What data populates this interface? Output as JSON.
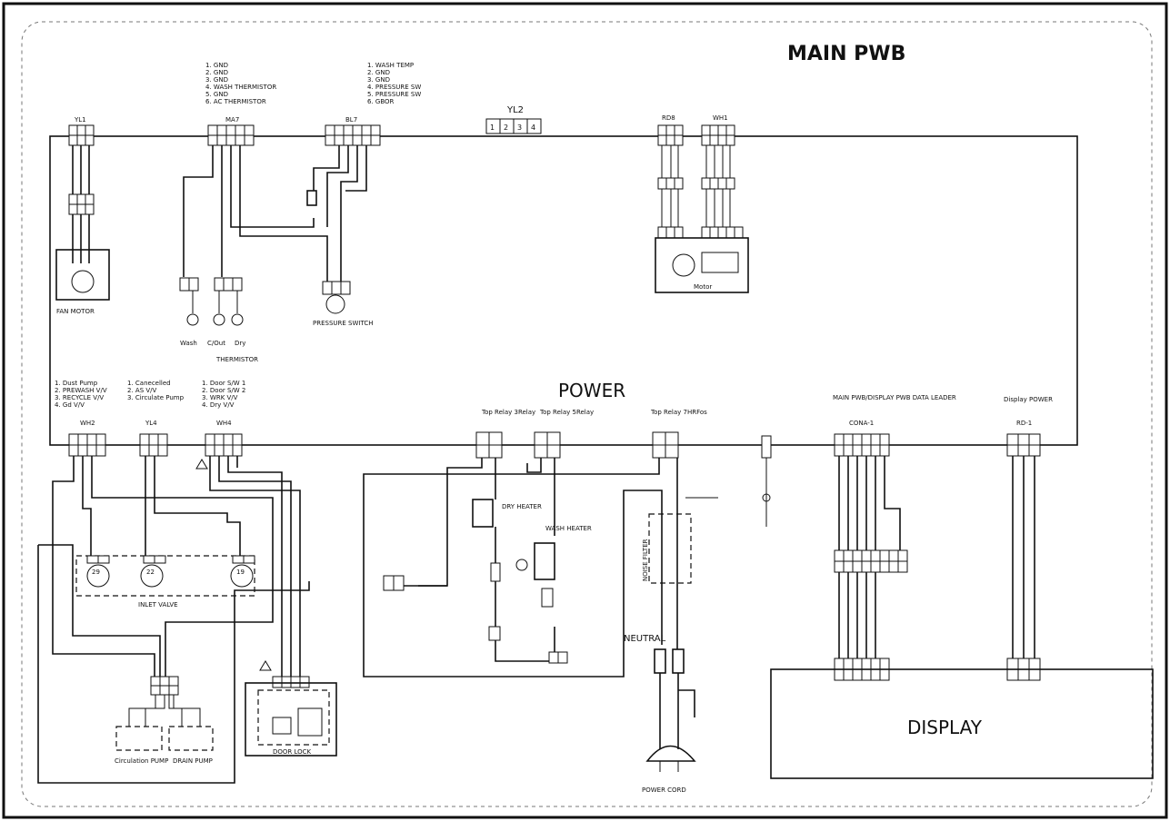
{
  "title": "MAIN PWB",
  "power_label": "POWER",
  "display_label": "DISPLAY",
  "connectors": {
    "yl1": "YL1",
    "ma7": "MA7",
    "bl7": "BL7",
    "yl2": "YL2",
    "yl2_pins": [
      "1",
      "2",
      "3",
      "4"
    ],
    "rd8": "RD8",
    "wh1": "WH1",
    "wh2": "WH2",
    "yl4": "YL4",
    "wh4": "WH4",
    "cona1": "CONA-1",
    "rd1": "RD-1"
  },
  "pin_legends": {
    "ma7": [
      "1. GND",
      "2. GND",
      "3. GND",
      "4. WASH THERMISTOR",
      "5. GND",
      "6. AC THERMISTOR"
    ],
    "bl7": [
      "1. WASH TEMP",
      "2. GND",
      "3. GND",
      "4. PRESSURE SW",
      "5. PRESSURE SW",
      "6. GBOR"
    ],
    "wh2": [
      "1. Dust Pump",
      "2. PREWASH V/V",
      "3. RECYCLE V/V",
      "4. Gd V/V"
    ],
    "yl4": [
      "1. Canecelled",
      "2. AS V/V",
      "3. Circulate Pump"
    ],
    "wh4": [
      "1. Door S/W 1",
      "2. Door S/W 2",
      "3. WRK V/V",
      "4. Dry V/V"
    ]
  },
  "components": {
    "fan_motor": "FAN MOTOR",
    "thermistor": "THERMISTOR",
    "wash": "Wash",
    "c_out": "C/Out",
    "dry": "Dry",
    "pressure_switch": "PRESSURE SWITCH",
    "motor": "Motor",
    "inlet_valve": "INLET VALVE",
    "circulation_pump": "Circulation PUMP",
    "drain_pump": "DRAIN PUMP",
    "door_lock": "DOOR LOCK",
    "relay_a": "Top Relay 3Relay",
    "relay_b": "Top Relay 5Relay",
    "relay_c": "Top Relay 7HRFos",
    "noise_filter": "NOISE FILTER",
    "heater": "DRY HEATER",
    "wash_heater": "WASH HEATER",
    "neutral": "NEUTRAL",
    "power_cord": "POWER CORD",
    "main_display": "MAIN PWB/DISPLAY PWB DATA LEADER",
    "display_power": "Display POWER"
  },
  "valve_values": {
    "v1": "29",
    "v2": "22",
    "v3": "19"
  }
}
